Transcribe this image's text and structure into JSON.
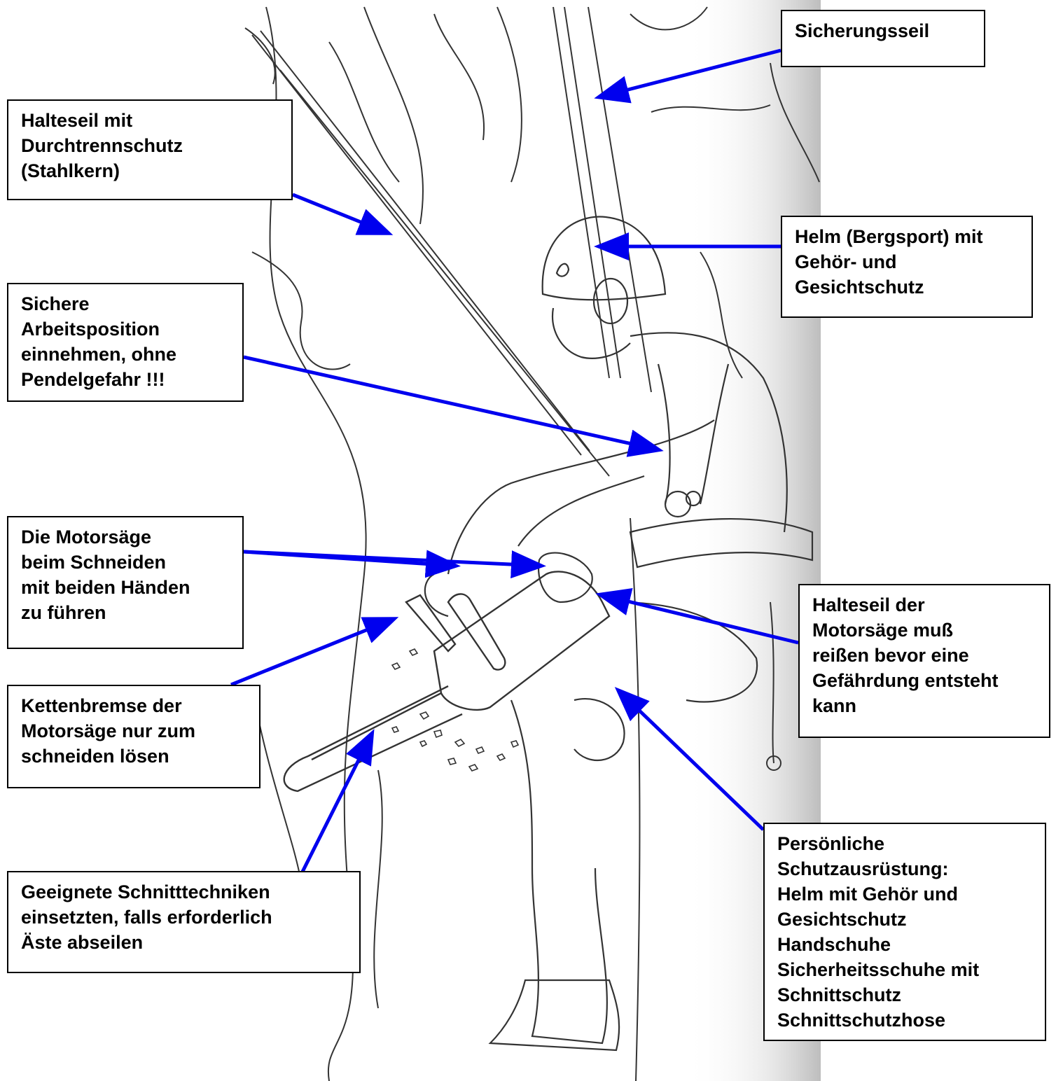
{
  "colors": {
    "arrow": "#0000ee",
    "line_art": "#333333",
    "box_border": "#000000"
  },
  "illustration": {
    "subject": "tree-climber-with-chainsaw",
    "items": [
      "tree-trunk",
      "climber",
      "helmet",
      "harness",
      "chainsaw",
      "ropes",
      "wood-chips"
    ]
  },
  "labels": {
    "sicherungsseil": {
      "lines": [
        "Sicherungsseil"
      ]
    },
    "halteseil": {
      "lines": [
        "Halteseil mit",
        "Durchtrennschutz",
        "(Stahlkern)"
      ]
    },
    "helm": {
      "lines": [
        "Helm (Bergsport) mit",
        "Gehör- und",
        "Gesichtschutz"
      ]
    },
    "arbeitsposition": {
      "lines": [
        "Sichere",
        "Arbeitsposition",
        "einnehmen, ohne",
        "Pendelgefahr !!!"
      ]
    },
    "motorsaege": {
      "lines": [
        "Die Motorsäge",
        "beim Schneiden",
        "mit beiden Händen",
        "zu führen"
      ]
    },
    "halteseil_motorsaege": {
      "lines": [
        "Halteseil der",
        "Motorsäge muß",
        "reißen bevor eine",
        "Gefährdung entsteht",
        "kann"
      ]
    },
    "kettenbremse": {
      "lines": [
        "Kettenbremse der",
        "Motorsäge nur zum",
        "schneiden lösen"
      ]
    },
    "schnitttechniken": {
      "lines": [
        "Geeignete Schnitttechniken",
        "einsetzten, falls erforderlich",
        "Äste abseilen"
      ]
    },
    "schutzausruestung": {
      "lines": [
        "Persönliche",
        "Schutzausrüstung:",
        "Helm mit Gehör und",
        "Gesichtschutz",
        "Handschuhe",
        "Sicherheitsschuhe mit",
        "Schnittschutz",
        "Schnittschutzhose"
      ]
    }
  }
}
